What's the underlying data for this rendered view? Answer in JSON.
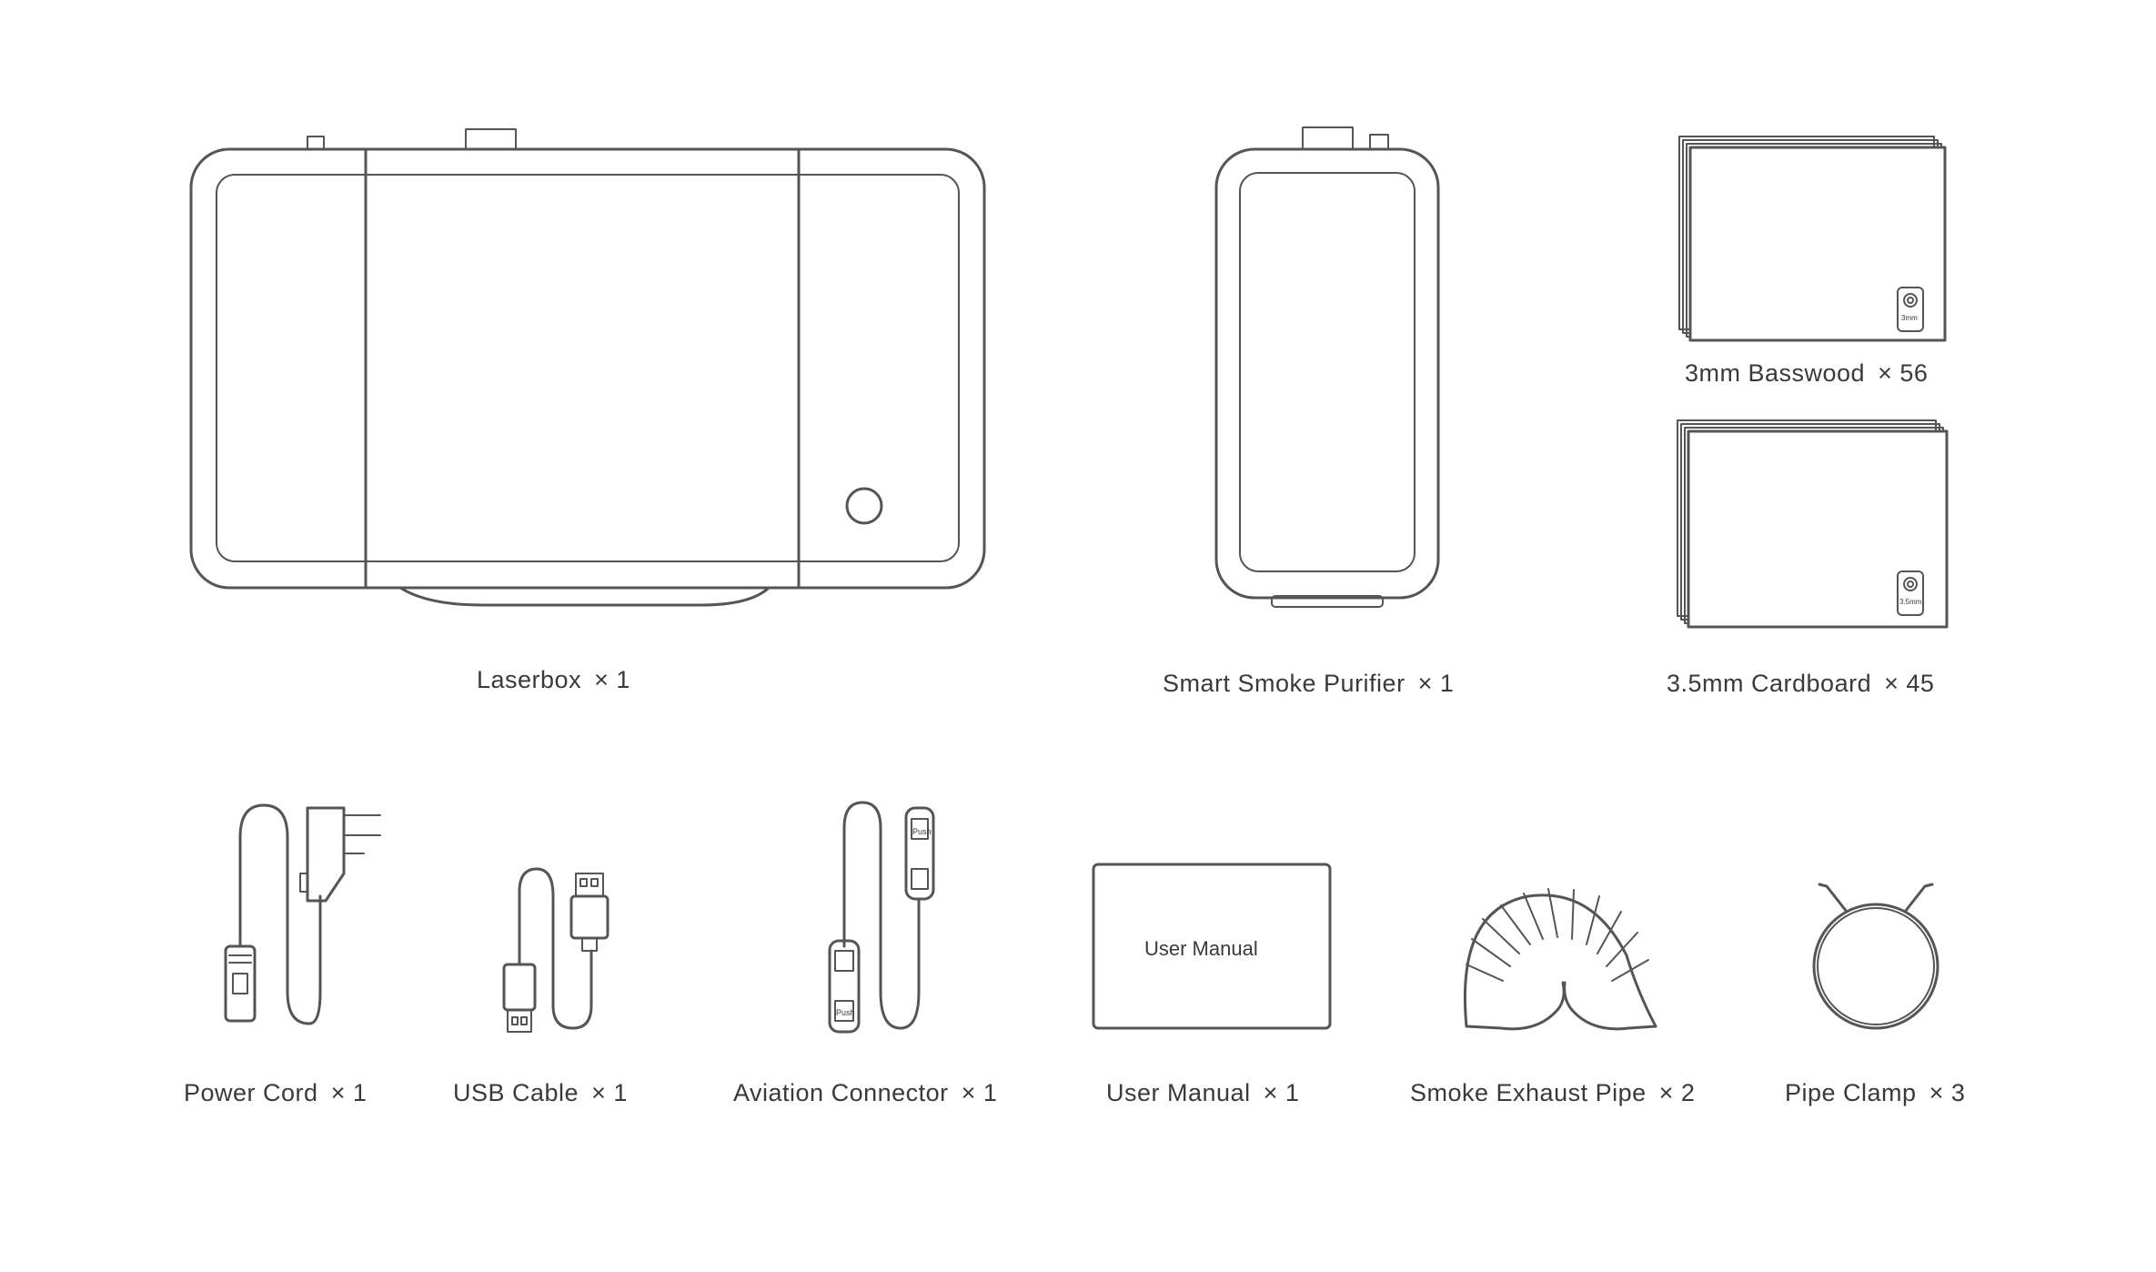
{
  "items": [
    {
      "name": "Laserbox",
      "qty": "× 1"
    },
    {
      "name": "Smart Smoke Purifier",
      "qty": "× 1"
    },
    {
      "name": "3mm Basswood",
      "qty": "× 56"
    },
    {
      "name": "3.5mm Cardboard",
      "qty": "× 45"
    },
    {
      "name": "Power Cord",
      "qty": "× 1"
    },
    {
      "name": "USB Cable",
      "qty": "× 1"
    },
    {
      "name": "Aviation Connector",
      "qty": "× 1"
    },
    {
      "name": "User Manual",
      "qty": "× 1"
    },
    {
      "name": "Smoke Exhaust Pipe",
      "qty": "× 2"
    },
    {
      "name": "Pipe Clamp",
      "qty": "× 3"
    }
  ],
  "manual_cover_text": "User Manual",
  "sheet_badges": {
    "basswood": "3mm",
    "cardboard": "3.5mm"
  },
  "connector_tags": [
    "Push",
    "Push"
  ],
  "colors": {
    "line": "#555555",
    "text": "#3a3a3a",
    "background": "#ffffff"
  }
}
